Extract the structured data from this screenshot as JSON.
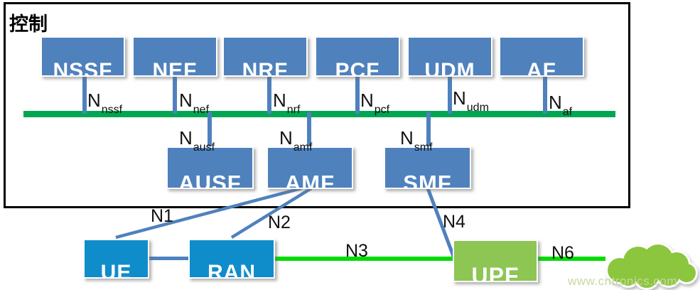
{
  "control": {
    "label": "控制"
  },
  "nodes": {
    "top": [
      {
        "label": "NSSF",
        "ref": {
          "base": "N",
          "sub": "nssf"
        }
      },
      {
        "label": "NEF",
        "ref": {
          "base": "N",
          "sub": "nef"
        }
      },
      {
        "label": "NRF",
        "ref": {
          "base": "N",
          "sub": "nrf"
        }
      },
      {
        "label": "PCF",
        "ref": {
          "base": "N",
          "sub": "pcf"
        }
      },
      {
        "label": "UDM",
        "ref": {
          "base": "N",
          "sub": "udm"
        }
      },
      {
        "label": "AF",
        "ref": {
          "base": "N",
          "sub": "af"
        }
      }
    ],
    "middle": [
      {
        "label": "AUSF",
        "ref": {
          "base": "N",
          "sub": "ausf"
        }
      },
      {
        "label": "AMF",
        "ref": {
          "base": "N",
          "sub": "amf"
        }
      },
      {
        "label": "SMF",
        "ref": {
          "base": "N",
          "sub": "smf"
        }
      }
    ],
    "bottom": [
      {
        "label": "UE"
      },
      {
        "label": "RAN"
      },
      {
        "label": "UPF"
      }
    ]
  },
  "links": {
    "n1": "N1",
    "n2": "N2",
    "n3": "N3",
    "n4": "N4",
    "n6": "N6"
  },
  "watermark": "www.cntronics.com",
  "colors": {
    "control_bus_green": "#00A651",
    "data_link_green": "#00DD00",
    "nf_box_blue": "#4F81BD",
    "access_box_blue": "#0F8DCB",
    "upf_box_green": "#8DC653",
    "cloud_green": "#8CC63F",
    "connector_blue": "#4F81BD"
  }
}
